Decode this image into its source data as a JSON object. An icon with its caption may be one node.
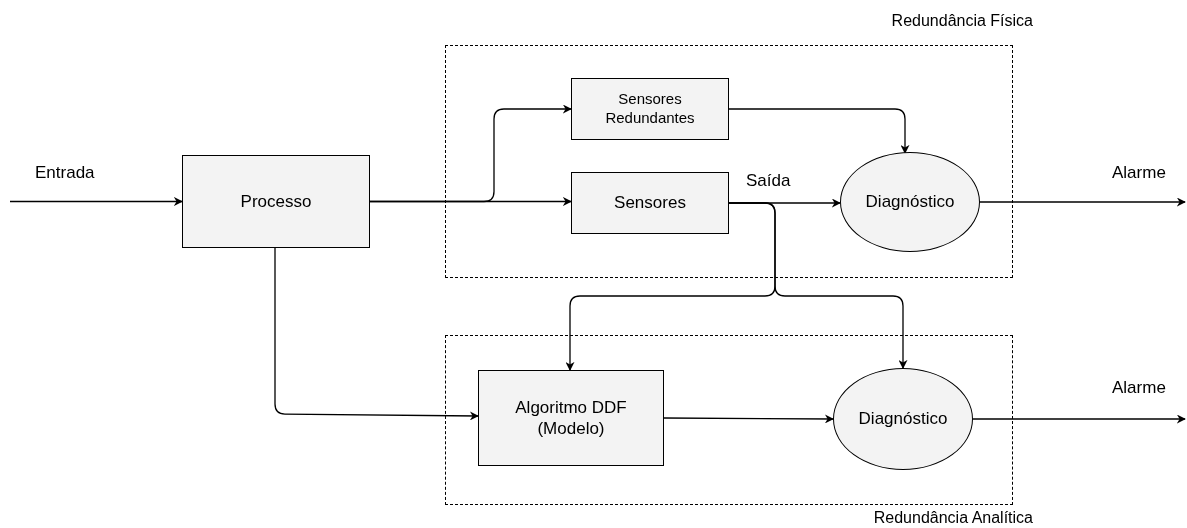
{
  "diagram": {
    "nodes": [
      {
        "text": [
          "Redundância Física"
        ]
      },
      {
        "text": [
          "Redundância Analítica"
        ]
      },
      {
        "text": [
          "Processo"
        ]
      },
      {
        "text": [
          "Sensores Redundantes"
        ],
        "in": 0
      },
      {
        "text": [
          "Sensores"
        ],
        "in": 0
      },
      {
        "text": [
          "Diagnóstico"
        ],
        "in": 0
      },
      {
        "text": [
          "Algoritmo DDF (Modelo)"
        ],
        "in": 1
      },
      {
        "text": [
          "Diagnóstico"
        ],
        "in": 1
      }
    ],
    "edges": [
      {
        "from": null,
        "to": 2,
        "arrow": "to",
        "label": "Entrada"
      },
      {
        "from": 2,
        "to": 3,
        "arrow": "to"
      },
      {
        "from": 2,
        "to": 4,
        "arrow": "to"
      },
      {
        "from": 3,
        "to": 5,
        "arrow": "to"
      },
      {
        "from": 4,
        "to": 5,
        "arrow": "to",
        "label": "Saída"
      },
      {
        "from": 4,
        "to": 6,
        "arrow": "to"
      },
      {
        "from": 4,
        "to": 7,
        "arrow": "to"
      },
      {
        "from": 2,
        "to": 6,
        "arrow": "to"
      },
      {
        "from": 6,
        "to": 7,
        "arrow": "to"
      },
      {
        "from": 5,
        "to": null,
        "arrow": "to",
        "label": "Alarme"
      },
      {
        "from": 7,
        "to": null,
        "arrow": "to",
        "label": "Alarme"
      }
    ]
  }
}
